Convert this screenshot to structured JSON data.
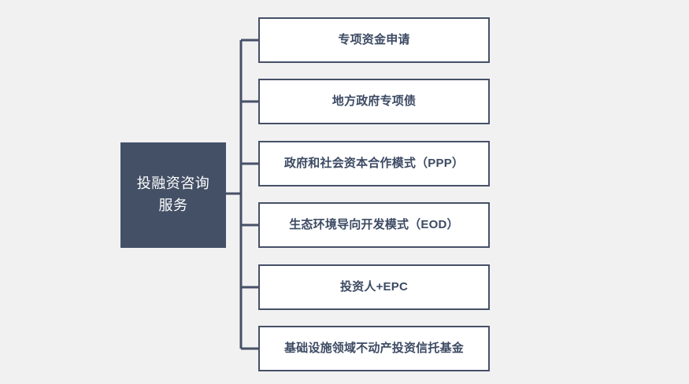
{
  "diagram": {
    "type": "bracket-tree",
    "background_color": "#f1f1f1",
    "root": {
      "label": "投融资咨询\n服务",
      "fill_color": "#445066",
      "text_color": "#ffffff"
    },
    "connector": {
      "color": "#465068",
      "style": "orthogonal-bracket"
    },
    "branches": [
      {
        "label": "专项资金申请"
      },
      {
        "label": "地方政府专项债"
      },
      {
        "label": "政府和社会资本合作模式（PPP）"
      },
      {
        "label": "生态环境导向开发模式（EOD）"
      },
      {
        "label": "投资人+EPC"
      },
      {
        "label": "基础设施领域不动产投资信托基金"
      }
    ],
    "branch_style": {
      "fill_color": "#ffffff",
      "border_color": "#465068",
      "text_color": "#3c4a63"
    }
  }
}
